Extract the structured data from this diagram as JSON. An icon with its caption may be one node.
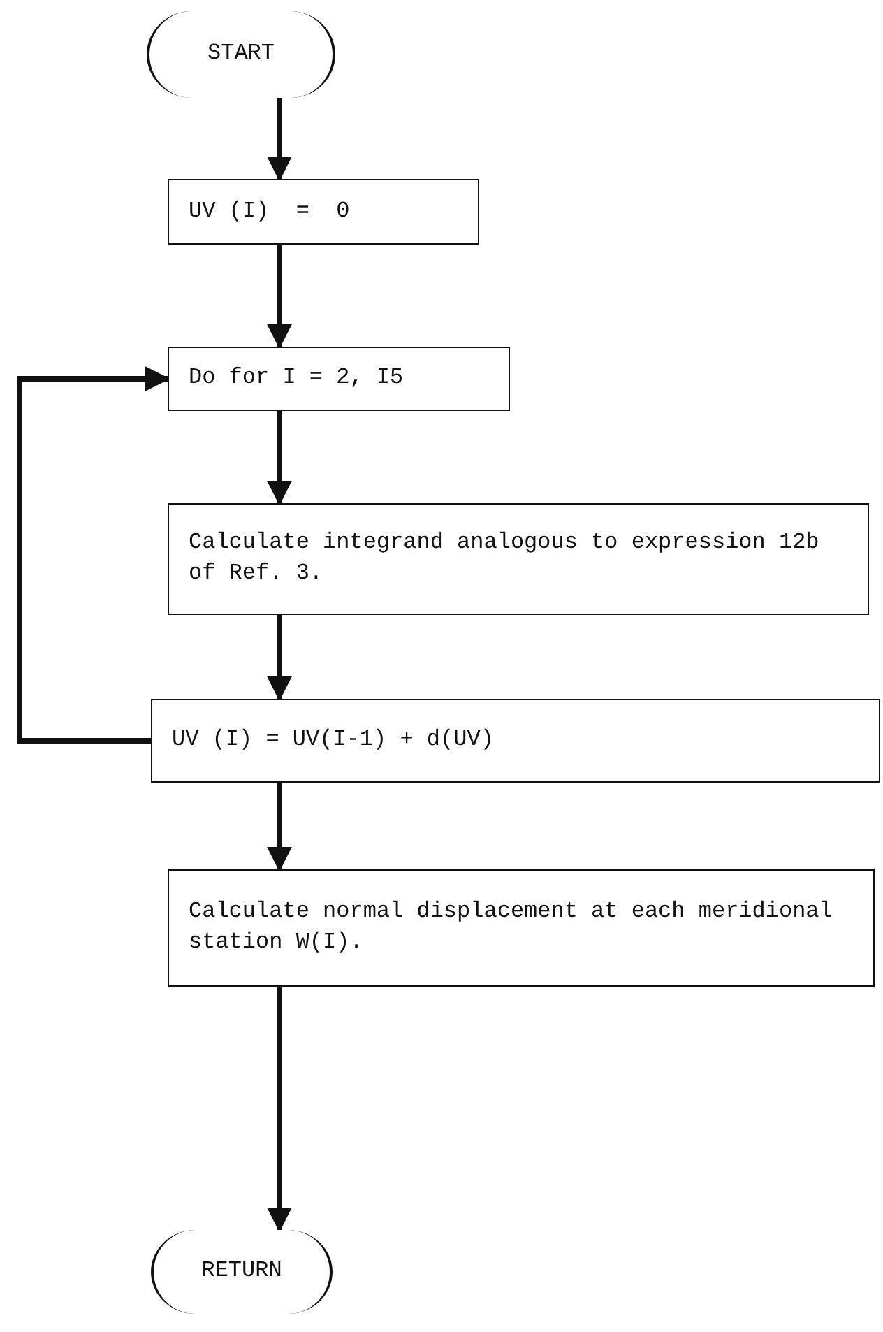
{
  "diagram": {
    "nodes": [
      {
        "text": [
          "START"
        ]
      },
      {
        "text": [
          "UV (I)  =  0"
        ]
      },
      {
        "text": [
          "Do for I = 2, I5"
        ]
      },
      {
        "text": [
          "Calculate integrand analogous to expression 12b of Ref. 3."
        ]
      },
      {
        "text": [
          "UV (I) = UV(I-1) + d(UV)"
        ]
      },
      {
        "text": [
          "Calculate normal displacement at each meridional station W(I)."
        ]
      },
      {
        "text": [
          "RETURN"
        ]
      }
    ],
    "edges": [
      {
        "from": 0,
        "to": 1,
        "arrow": "to"
      },
      {
        "from": 1,
        "to": 2,
        "arrow": "to"
      },
      {
        "from": 2,
        "to": 3,
        "arrow": "to"
      },
      {
        "from": 3,
        "to": 4,
        "arrow": "to"
      },
      {
        "from": 4,
        "to": 2,
        "arrow": "to"
      },
      {
        "from": 4,
        "to": 5,
        "arrow": "to"
      },
      {
        "from": 5,
        "to": 6,
        "arrow": "to"
      }
    ]
  }
}
